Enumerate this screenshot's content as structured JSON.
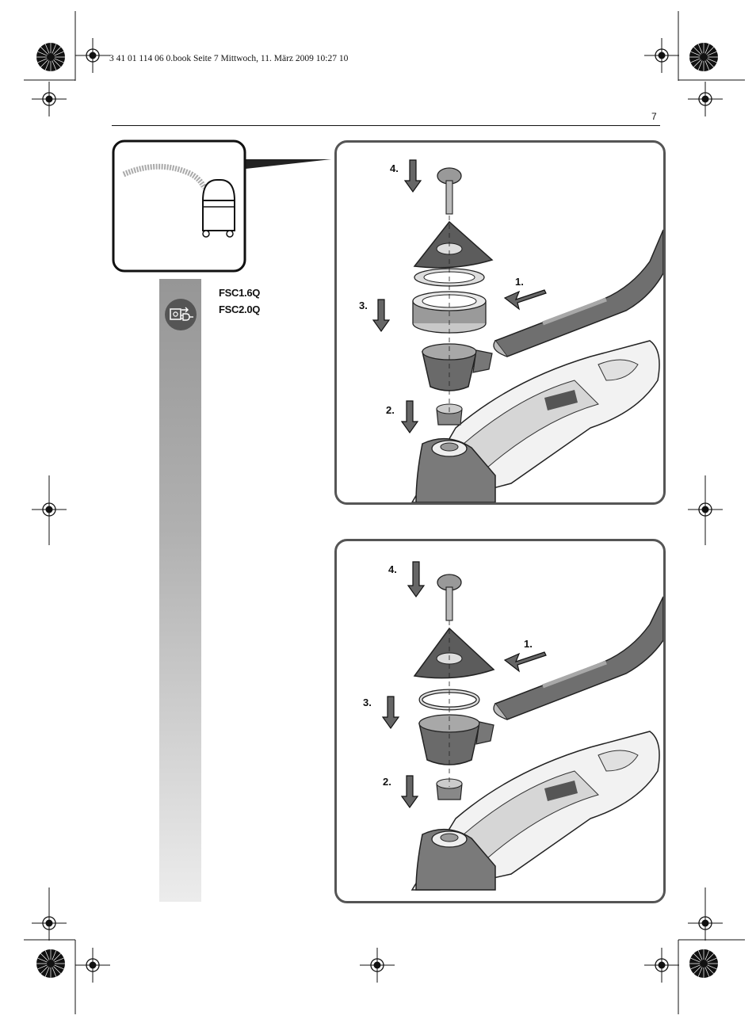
{
  "header": {
    "print_line": "3 41 01 114 06 0.book  Seite 7  Mittwoch, 11. März 2009  10:27 10",
    "page_number": "7"
  },
  "models": [
    "FSC1.6Q",
    "FSC2.0Q"
  ],
  "panel_top": {
    "steps": [
      "1.",
      "2.",
      "3.",
      "4."
    ]
  },
  "panel_bottom": {
    "steps": [
      "1.",
      "2.",
      "3.",
      "4."
    ]
  },
  "colors": {
    "panel_border": "#555555",
    "strip_dark": "#969696",
    "strip_light": "#ececec",
    "icon_bg": "#555555"
  },
  "icons": [
    "registration-mark-icon",
    "color-wheel-icon",
    "vacuum-cleaner-icon",
    "unplug-icon"
  ]
}
